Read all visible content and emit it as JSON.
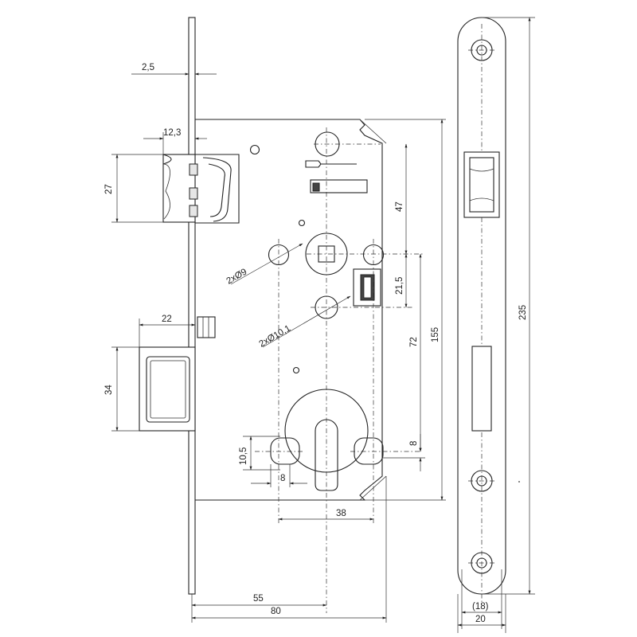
{
  "drawing": {
    "front_view": {
      "faceplate_thickness": "2,5",
      "latch_projection": "12,3",
      "latch_height": "27",
      "deadbolt_projection": "22",
      "deadbolt_height": "34",
      "screw_holes": "2xØ9",
      "spindle_hole": "2xØ10,1",
      "spindle_to_top": "47",
      "spindle_offset": "21,5",
      "spindle_to_cylinder": "72",
      "case_height": "155",
      "cylinder_hole_height": "10,5",
      "cylinder_hole_offset": "8",
      "cylinder_hole_right": "8",
      "cylinder_hole_spacing": "38",
      "backset": "55",
      "case_depth": "80"
    },
    "side_view": {
      "faceplate_length": "235",
      "faceplate_width_inner": "(18)",
      "faceplate_width": "20"
    }
  }
}
